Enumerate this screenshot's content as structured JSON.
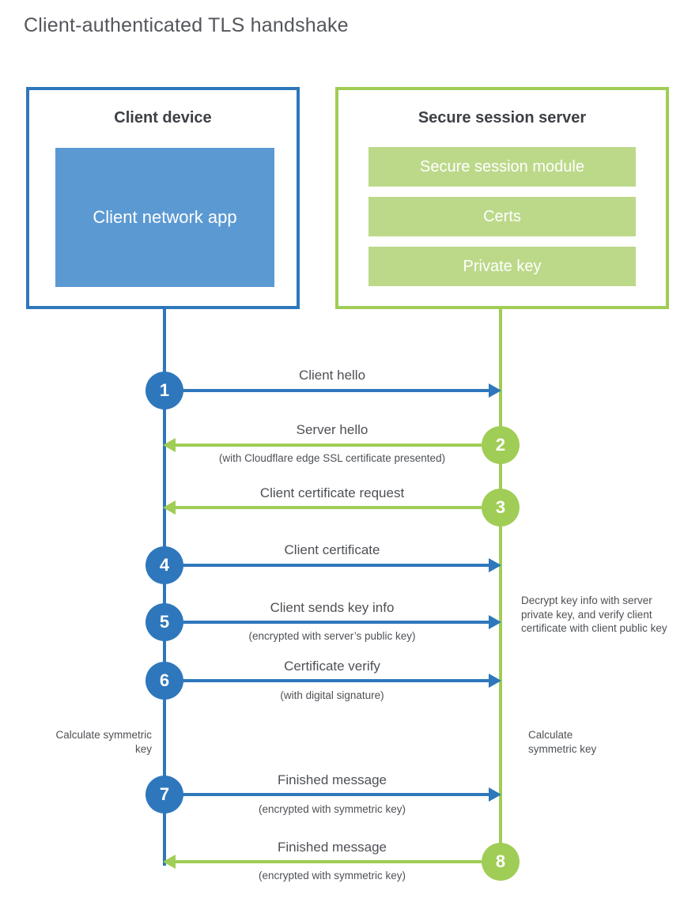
{
  "title": "Client-authenticated TLS handshake",
  "colors": {
    "blue": "#2e77bc",
    "blue_fill": "#5b99d3",
    "green": "#a0cd55",
    "green_fill": "#bcd98a",
    "heading_text": "#3d4045",
    "label_text": "#4d5055"
  },
  "client": {
    "title": "Client device",
    "app_label": "Client network app"
  },
  "server": {
    "title": "Secure session server",
    "modules": [
      "Secure session module",
      "Certs",
      "Private key"
    ]
  },
  "steps": [
    {
      "num": "1",
      "from": "client",
      "to": "server",
      "color": "blue",
      "label": "Client hello",
      "sublabel": ""
    },
    {
      "num": "2",
      "from": "server",
      "to": "client",
      "color": "green",
      "label": "Server hello",
      "sublabel": "(with Cloudflare edge SSL certificate presented)"
    },
    {
      "num": "3",
      "from": "server",
      "to": "client",
      "color": "green",
      "label": "Client certificate request",
      "sublabel": ""
    },
    {
      "num": "4",
      "from": "client",
      "to": "server",
      "color": "blue",
      "label": "Client certificate",
      "sublabel": ""
    },
    {
      "num": "5",
      "from": "client",
      "to": "server",
      "color": "blue",
      "label": "Client sends key info",
      "sublabel": "(encrypted with server’s public key)"
    },
    {
      "num": "6",
      "from": "client",
      "to": "server",
      "color": "blue",
      "label": "Certificate verify",
      "sublabel": "(with digital signature)"
    },
    {
      "num": "7",
      "from": "client",
      "to": "server",
      "color": "blue",
      "label": "Finished message",
      "sublabel": "(encrypted with symmetric key)"
    },
    {
      "num": "8",
      "from": "server",
      "to": "client",
      "color": "green",
      "label": "Finished message",
      "sublabel": "(encrypted with symmetric key)"
    }
  ],
  "notes": {
    "left_calculate": "Calculate symmetric key",
    "right_calculate": "Calculate symmetric key",
    "decrypt": "Decrypt key info with server private key, and verify client certificate with client public key"
  }
}
